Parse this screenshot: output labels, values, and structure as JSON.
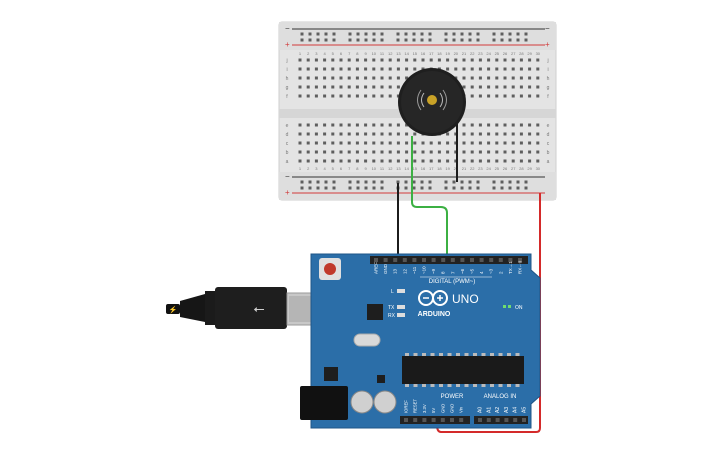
{
  "breadboard": {
    "column_numbers": [
      "1",
      "2",
      "3",
      "4",
      "5",
      "6",
      "7",
      "8",
      "9",
      "10",
      "11",
      "12",
      "13",
      "14",
      "15",
      "16",
      "17",
      "18",
      "19",
      "20",
      "21",
      "22",
      "23",
      "24",
      "25",
      "26",
      "27",
      "28",
      "29",
      "30"
    ],
    "top_row_letters": [
      "j",
      "i",
      "h",
      "g",
      "f"
    ],
    "bottom_row_letters": [
      "e",
      "d",
      "c",
      "b",
      "a"
    ],
    "rail_plus": "+",
    "rail_minus": "−"
  },
  "arduino": {
    "brand": "ARDUINO",
    "model": "UNO",
    "digital_label": "DIGITAL (PWM~)",
    "power_label": "POWER",
    "analog_label": "ANALOG IN",
    "on_label": "ON",
    "l_label": "L",
    "tx_label": "TX",
    "rx_label": "RX",
    "top_pins": [
      "AREF",
      "GND",
      "13",
      "12",
      "~11",
      "~10",
      "~9",
      "8",
      "7",
      "~6",
      "~5",
      "4",
      "~3",
      "2",
      "TX→1",
      "RX←0"
    ],
    "power_pins": [
      "IOREF",
      "RESET",
      "3.3V",
      "5V",
      "GND",
      "GND",
      "Vin"
    ],
    "analog_pins": [
      "A0",
      "A1",
      "A2",
      "A3",
      "A4",
      "A5"
    ]
  },
  "wires": {
    "gnd_color": "#1c1c1c",
    "signal_color": "#3cb043",
    "power_color": "#d42a2a"
  },
  "colors": {
    "board_blue": "#2b6ea8",
    "board_edge": "#1f5587",
    "breadboard": "#e8e8e8",
    "buzzer_body": "#1f1f1f",
    "buzzer_center": "#c9a227"
  }
}
